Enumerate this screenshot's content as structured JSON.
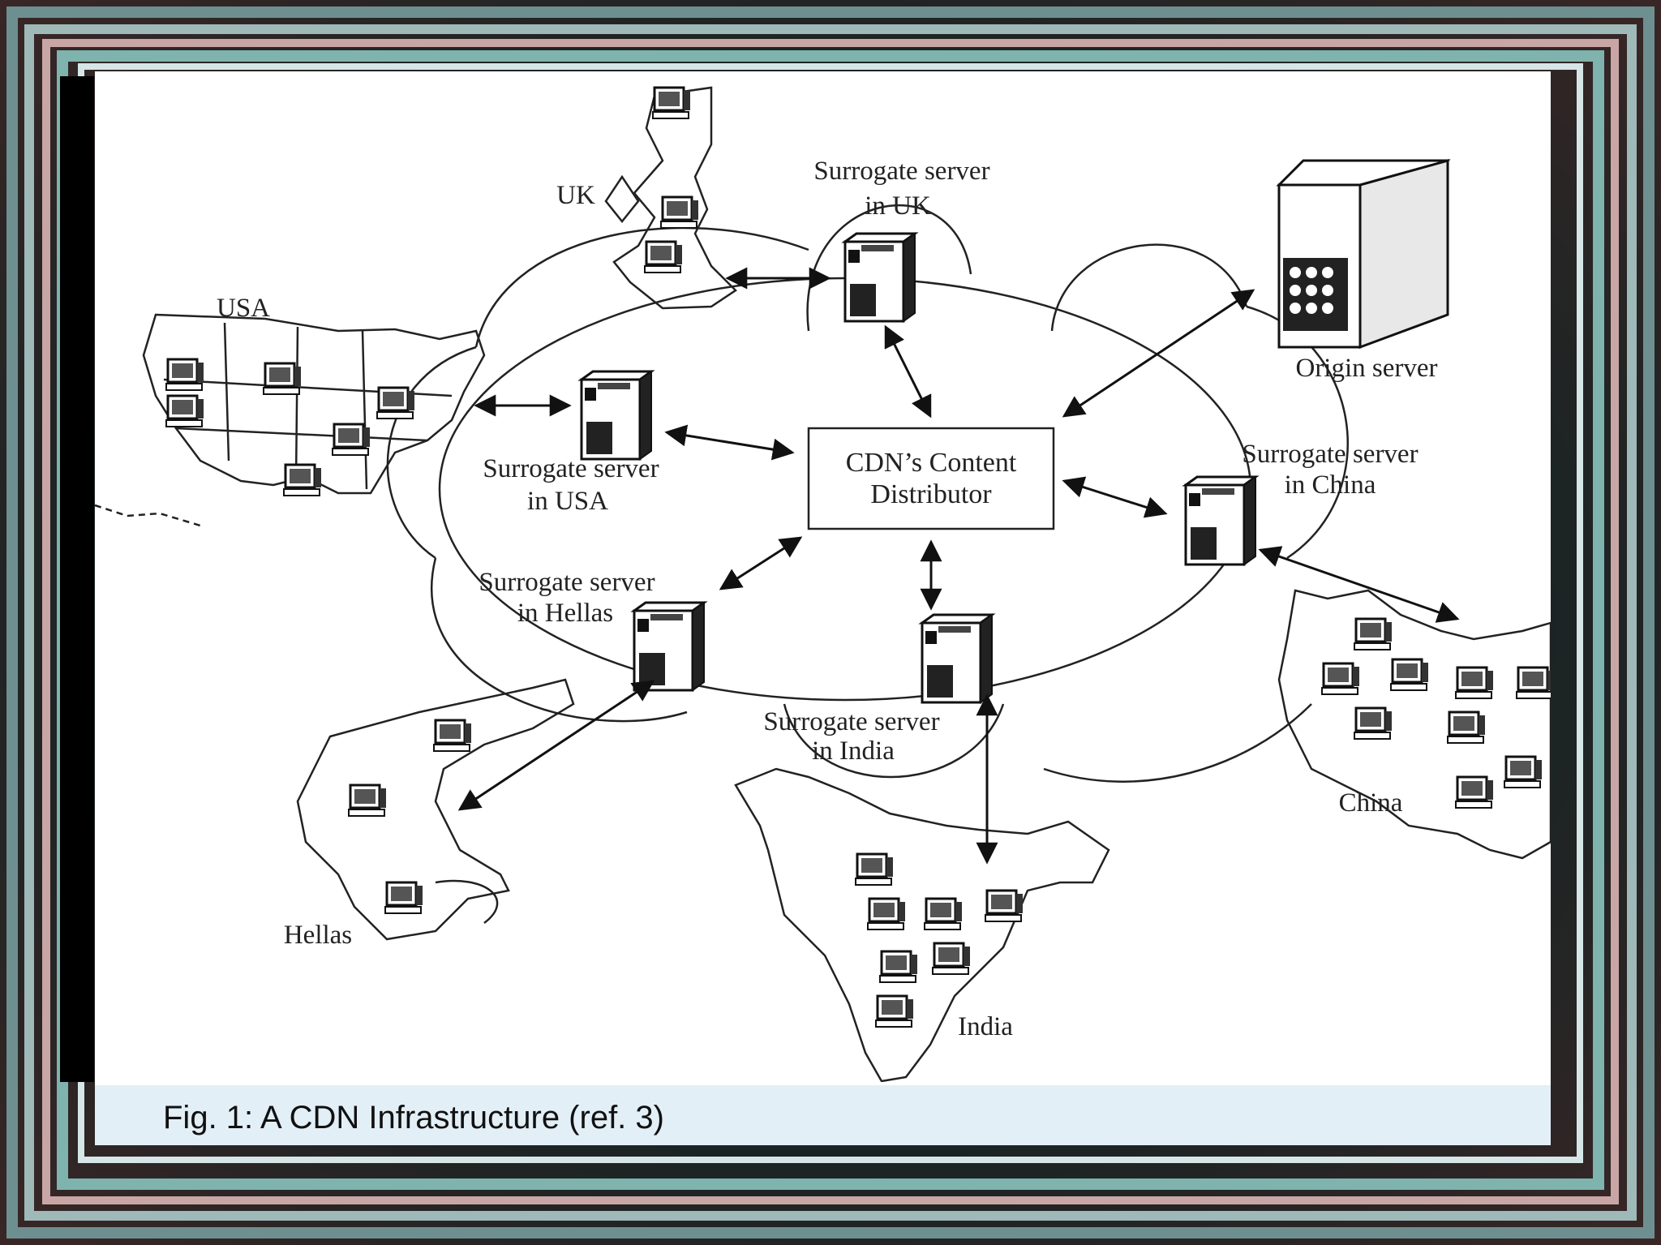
{
  "diagram": {
    "central_node": {
      "line1": "CDN’s Content",
      "line2": "Distributor"
    },
    "servers": {
      "uk": {
        "line1": "Surrogate server",
        "line2": "in UK"
      },
      "usa": {
        "line1": "Surrogate server",
        "line2": "in USA"
      },
      "hellas": {
        "line1": "Surrogate server",
        "line2": "in Hellas"
      },
      "india": {
        "line1": "Surrogate server",
        "line2": "in India"
      },
      "china": {
        "line1": "Surrogate server",
        "line2": "in China"
      },
      "origin": {
        "label": "Origin server"
      }
    },
    "regions": {
      "uk": "UK",
      "usa": "USA",
      "hellas": "Hellas",
      "india": "India",
      "china": "China"
    }
  },
  "caption": {
    "text": "Fig. 1: A CDN Infrastructure (ref. 3)"
  }
}
